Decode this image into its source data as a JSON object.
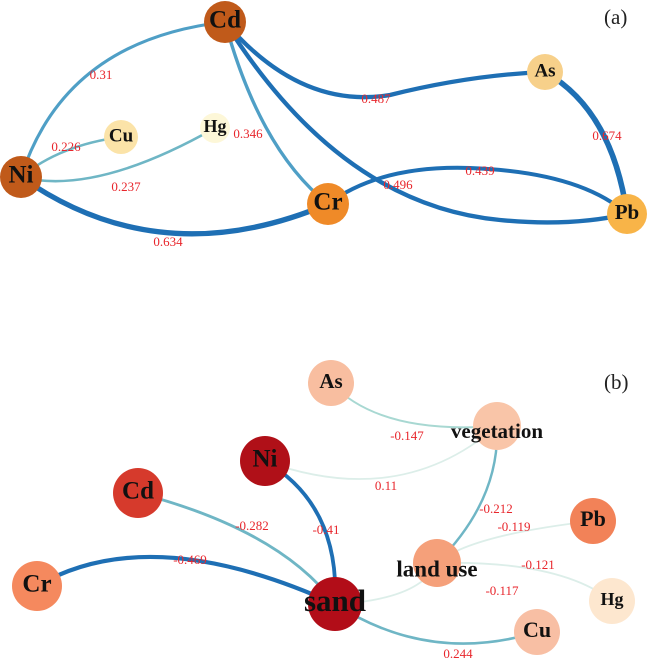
{
  "panels": [
    {
      "tag": "(a)",
      "nodes": [
        {
          "id": "Cd",
          "label": "Cd",
          "color": "#c05a1a"
        },
        {
          "id": "As",
          "label": "As",
          "color": "#f7d08a"
        },
        {
          "id": "Cu",
          "label": "Cu",
          "color": "#fbe3a8"
        },
        {
          "id": "Hg",
          "label": "Hg",
          "color": "#fdf7d8"
        },
        {
          "id": "Ni",
          "label": "Ni",
          "color": "#c05a1a"
        },
        {
          "id": "Cr",
          "label": "Cr",
          "color": "#ef8a28"
        },
        {
          "id": "Pb",
          "label": "Pb",
          "color": "#f8b448"
        }
      ],
      "edges": [
        {
          "from": "Ni",
          "to": "Cd",
          "weight": 0.31,
          "label": "0.31"
        },
        {
          "from": "Ni",
          "to": "Cu",
          "weight": 0.226,
          "label": "0.226"
        },
        {
          "from": "Ni",
          "to": "Hg",
          "weight": 0.237,
          "label": "0.237"
        },
        {
          "from": "Ni",
          "to": "Cr",
          "weight": 0.634,
          "label": "0.634"
        },
        {
          "from": "Cd",
          "to": "Cr",
          "weight": 0.346,
          "label": "0.346"
        },
        {
          "from": "Cd",
          "to": "As",
          "weight": 0.487,
          "label": "0.487"
        },
        {
          "from": "Cd",
          "to": "Pb",
          "weight": 0.496,
          "label": "0.496"
        },
        {
          "from": "As",
          "to": "Pb",
          "weight": 0.674,
          "label": "0.674"
        },
        {
          "from": "Cr",
          "to": "Pb",
          "weight": 0.439,
          "label": "0.439"
        }
      ]
    },
    {
      "tag": "(b)",
      "nodes": [
        {
          "id": "As",
          "label": "As",
          "color": "#f8bea0"
        },
        {
          "id": "vegetation",
          "label": "vegetation",
          "color": "#f9c5a8"
        },
        {
          "id": "Ni",
          "label": "Ni",
          "color": "#b01018"
        },
        {
          "id": "Cd",
          "label": "Cd",
          "color": "#d63a2c"
        },
        {
          "id": "Pb",
          "label": "Pb",
          "color": "#f28258"
        },
        {
          "id": "landuse",
          "label": "land use",
          "color": "#f5a07a"
        },
        {
          "id": "Cr",
          "label": "Cr",
          "color": "#f5895e"
        },
        {
          "id": "sand",
          "label": "sand",
          "color": "#b20d18"
        },
        {
          "id": "Hg",
          "label": "Hg",
          "color": "#fde7cf"
        },
        {
          "id": "Cu",
          "label": "Cu",
          "color": "#f8bfa4"
        }
      ],
      "edges": [
        {
          "from": "As",
          "to": "vegetation",
          "weight": -0.147,
          "label": "-0.147"
        },
        {
          "from": "Ni",
          "to": "vegetation",
          "weight": 0.11,
          "label": "0.11"
        },
        {
          "from": "vegetation",
          "to": "landuse",
          "weight": -0.212,
          "label": "-0.212"
        },
        {
          "from": "landuse",
          "to": "Pb",
          "weight": -0.119,
          "label": "-0.119"
        },
        {
          "from": "landuse",
          "to": "Hg",
          "weight": -0.121,
          "label": "-0.121"
        },
        {
          "from": "landuse",
          "to": "sand",
          "weight": -0.117,
          "label": "-0.117"
        },
        {
          "from": "Ni",
          "to": "sand",
          "weight": -0.41,
          "label": "-0.41"
        },
        {
          "from": "Cd",
          "to": "sand",
          "weight": -0.282,
          "label": "-0.282"
        },
        {
          "from": "Cr",
          "to": "sand",
          "weight": -0.469,
          "label": "-0.469"
        },
        {
          "from": "sand",
          "to": "Cu",
          "weight": 0.244,
          "label": "0.244"
        }
      ]
    }
  ]
}
